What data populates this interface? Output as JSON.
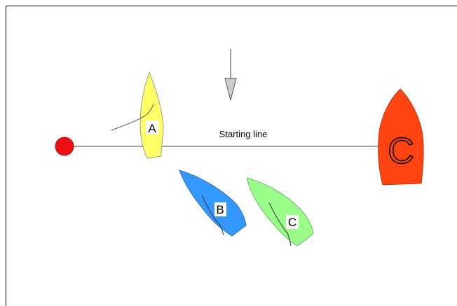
{
  "diagram": {
    "line_label": "Starting line",
    "boats": [
      {
        "id": "A",
        "label": "A",
        "color": "#ffff66"
      },
      {
        "id": "B",
        "label": "B",
        "color": "#3399ff"
      },
      {
        "id": "C",
        "label": "C",
        "color": "#99ff88"
      }
    ],
    "committee_boat": {
      "label": "C",
      "color": "#ff4411"
    },
    "pin_buoy": {
      "color": "#ee1111"
    },
    "wind_arrow": {
      "color": "#cccccc"
    }
  }
}
